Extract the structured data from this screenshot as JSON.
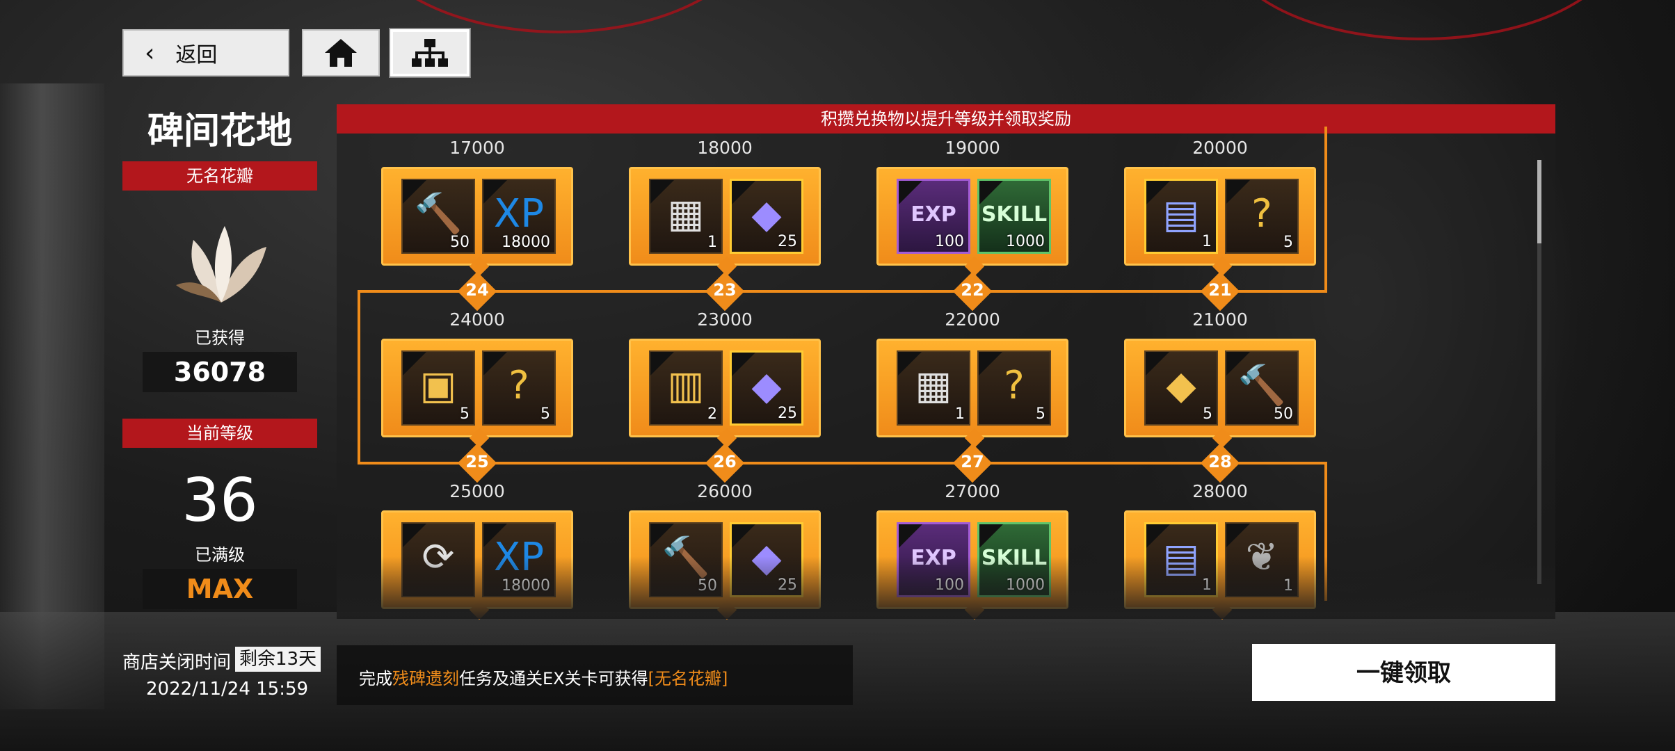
{
  "nav": {
    "back_label": "返回",
    "back_icon": "chevron-left-icon",
    "home_icon": "home-icon",
    "tree_icon": "hierarchy-icon"
  },
  "shop": {
    "title": "碑间花地",
    "currency_name": "无名花瓣",
    "obtained_label": "已获得",
    "obtained_value": "36078",
    "level_header": "当前等级",
    "level_value": "36",
    "level_status": "已满级",
    "level_max": "MAX"
  },
  "board": {
    "header": "积攒兑换物以提升等级并领取奖励",
    "tiers": [
      {
        "level": "24",
        "cost": "17000",
        "items": [
          {
            "glyph": "🔨",
            "qty": "50",
            "style": "",
            "color": "#43a047"
          },
          {
            "glyph": "XP",
            "qty": "18000",
            "style": "",
            "color": "#1e88e5"
          }
        ]
      },
      {
        "level": "23",
        "cost": "18000",
        "items": [
          {
            "glyph": "▦",
            "qty": "1",
            "style": "",
            "color": "#e0e0e0"
          },
          {
            "glyph": "◆",
            "qty": "25",
            "style": "gold",
            "color": "#9c8cff"
          }
        ]
      },
      {
        "level": "22",
        "cost": "19000",
        "items": [
          {
            "glyph": "EXP",
            "qty": "100",
            "style": "purple",
            "color": "#e0c6ff"
          },
          {
            "glyph": "SKILL",
            "qty": "1000",
            "style": "green",
            "color": "#d7ffd7"
          }
        ]
      },
      {
        "level": "21",
        "cost": "20000",
        "items": [
          {
            "glyph": "▤",
            "qty": "1",
            "style": "gold",
            "color": "#90a4ff"
          },
          {
            "glyph": "?",
            "qty": "5",
            "style": "",
            "color": "#f0c040"
          }
        ]
      },
      {
        "level": "25",
        "cost": "24000",
        "items": [
          {
            "glyph": "▣",
            "qty": "5",
            "style": "",
            "color": "#f2c14e"
          },
          {
            "glyph": "?",
            "qty": "5",
            "style": "",
            "color": "#f0c040"
          }
        ]
      },
      {
        "level": "26",
        "cost": "23000",
        "items": [
          {
            "glyph": "▥",
            "qty": "2",
            "style": "",
            "color": "#f2c14e"
          },
          {
            "glyph": "◆",
            "qty": "25",
            "style": "gold",
            "color": "#9c8cff"
          }
        ]
      },
      {
        "level": "27",
        "cost": "22000",
        "items": [
          {
            "glyph": "▦",
            "qty": "1",
            "style": "",
            "color": "#e0e0e0"
          },
          {
            "glyph": "?",
            "qty": "5",
            "style": "",
            "color": "#f0c040"
          }
        ]
      },
      {
        "level": "28",
        "cost": "21000",
        "items": [
          {
            "glyph": "◆",
            "qty": "5",
            "style": "",
            "color": "#f2c14e"
          },
          {
            "glyph": "🔨",
            "qty": "50",
            "style": "",
            "color": "#43a047"
          }
        ]
      },
      {
        "level": "",
        "cost": "25000",
        "items": [
          {
            "glyph": "⟳",
            "qty": "",
            "style": "",
            "color": "#e0e0e0"
          },
          {
            "glyph": "XP",
            "qty": "18000",
            "style": "",
            "color": "#1e88e5"
          }
        ]
      },
      {
        "level": "",
        "cost": "26000",
        "items": [
          {
            "glyph": "🔨",
            "qty": "50",
            "style": "",
            "color": "#43a047"
          },
          {
            "glyph": "◆",
            "qty": "25",
            "style": "gold",
            "color": "#9c8cff"
          }
        ]
      },
      {
        "level": "",
        "cost": "27000",
        "items": [
          {
            "glyph": "EXP",
            "qty": "100",
            "style": "purple",
            "color": "#e0c6ff"
          },
          {
            "glyph": "SKILL",
            "qty": "1000",
            "style": "green",
            "color": "#d7ffd7"
          }
        ]
      },
      {
        "level": "",
        "cost": "28000",
        "items": [
          {
            "glyph": "▤",
            "qty": "1",
            "style": "gold",
            "color": "#90a4ff"
          },
          {
            "glyph": "❦",
            "qty": "1",
            "style": "",
            "color": "#b0b0b0"
          }
        ]
      }
    ]
  },
  "footer": {
    "close_label": "商店关闭时间",
    "remain": "剩余13天",
    "close_date": "2022/11/24 15:59",
    "hint_pre": "完成",
    "hint_task": "残碑遗刻",
    "hint_mid": "任务及通关EX关卡可获得",
    "hint_reward": "[无名花瓣]",
    "claim_label": "一键领取"
  },
  "colors": {
    "accent_orange": "#f08c1a",
    "accent_red": "#b3171c"
  }
}
